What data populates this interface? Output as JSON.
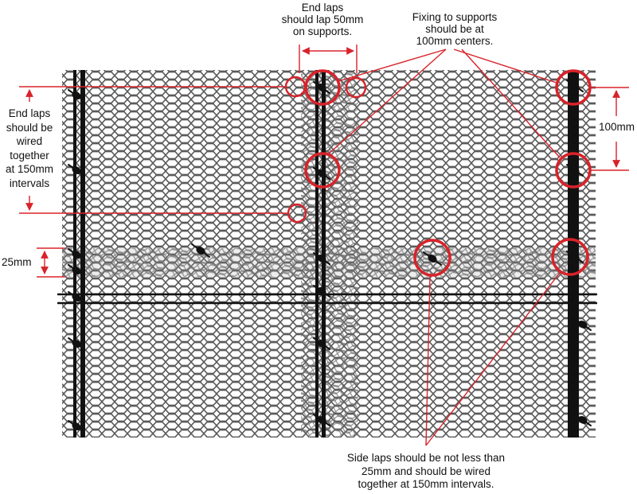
{
  "notes": {
    "end_laps_lap": [
      "End laps",
      "should lap 50mm",
      "on supports."
    ],
    "fixing": [
      "Fixing to supports",
      "should be at",
      "100mm centers."
    ],
    "end_laps_wired": [
      "End laps",
      "should be",
      "wired",
      "together",
      "at 150mm",
      "intervals"
    ],
    "side_laps": [
      "Side laps should be not less than",
      "25mm and should be wired",
      "together at 150mm intervals."
    ]
  },
  "dimensions": {
    "side_lap_width": "25mm",
    "fixing_spacing": "100mm"
  },
  "colors": {
    "annotation_red": "#d8232a",
    "mesh": "#555555",
    "support": "#111111"
  }
}
